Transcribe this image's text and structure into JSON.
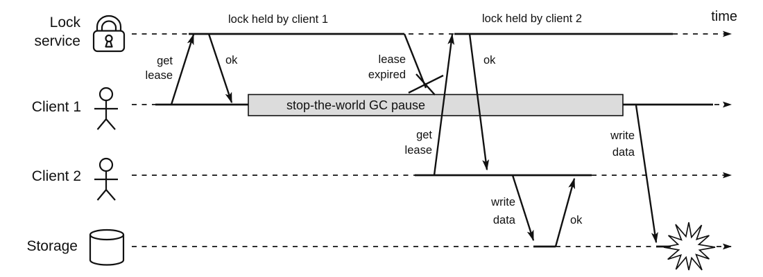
{
  "figure": {
    "time_axis_label": "time",
    "lanes": [
      {
        "id": "lock-service",
        "label_line1": "Lock",
        "label_line2": "service",
        "icon": "padlock-icon"
      },
      {
        "id": "client-1",
        "label_line1": "Client 1",
        "icon": "person-icon"
      },
      {
        "id": "client-2",
        "label_line1": "Client 2",
        "icon": "person-icon"
      },
      {
        "id": "storage",
        "label_line1": "Storage",
        "icon": "database-cylinder-icon"
      }
    ],
    "spans": {
      "lock_held_1": "lock held by client 1",
      "lock_held_2": "lock held by client 2"
    },
    "gc_pause_label": "stop-the-world GC pause",
    "messages": {
      "c1_get_lease": {
        "word1": "get",
        "word2": "lease"
      },
      "c1_ok": "ok",
      "lease_expired": {
        "word1": "lease",
        "word2": "expired"
      },
      "c2_get_lease": {
        "word1": "get",
        "word2": "lease"
      },
      "c2_ok": "ok",
      "c2_write_data": {
        "word1": "write",
        "word2": "data"
      },
      "storage_ok": "ok",
      "c1_write_data": {
        "word1": "write",
        "word2": "data"
      }
    },
    "colors": {
      "line": "#111111",
      "gc_box_fill": "#dcdcdc",
      "background": "#ffffff"
    }
  }
}
